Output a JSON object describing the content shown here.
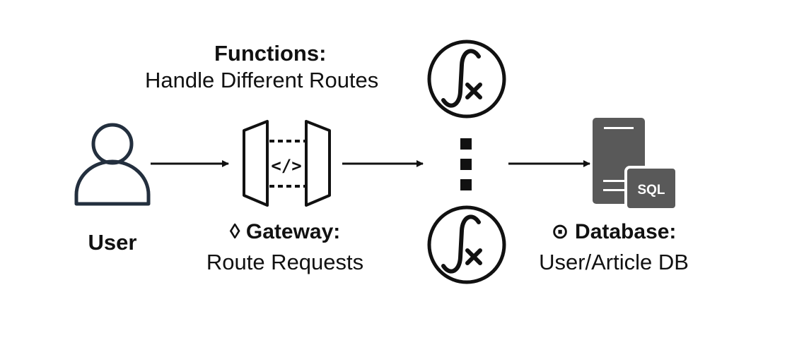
{
  "functions": {
    "title": "Functions:",
    "description": "Handle Different Routes"
  },
  "user": {
    "label": "User"
  },
  "gateway": {
    "symbol": "◊",
    "title": "Gateway:",
    "description": "Route Requests",
    "code_glyph": "</>"
  },
  "database": {
    "symbol": "⊙",
    "title": "Database:",
    "description": "User/Article DB",
    "badge": "SQL"
  },
  "colors": {
    "stroke": "#111111",
    "user_stroke": "#232f3e",
    "server_fill": "#595959",
    "background": "#ffffff"
  }
}
